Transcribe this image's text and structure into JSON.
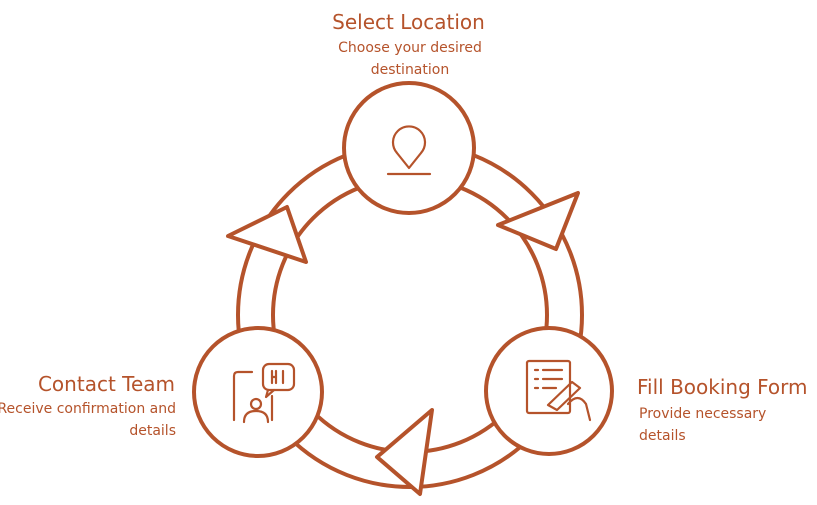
{
  "colors": {
    "accent": "#b5532b"
  },
  "steps": [
    {
      "title": "Select Location",
      "description": "Choose your desired destination",
      "icon": "location-pin-icon"
    },
    {
      "title": "Fill Booking Form",
      "description": "Provide necessary details",
      "icon": "form-writing-icon"
    },
    {
      "title": "Contact Team",
      "description": "Receive confirmation and details",
      "icon": "chat-contact-icon"
    }
  ]
}
